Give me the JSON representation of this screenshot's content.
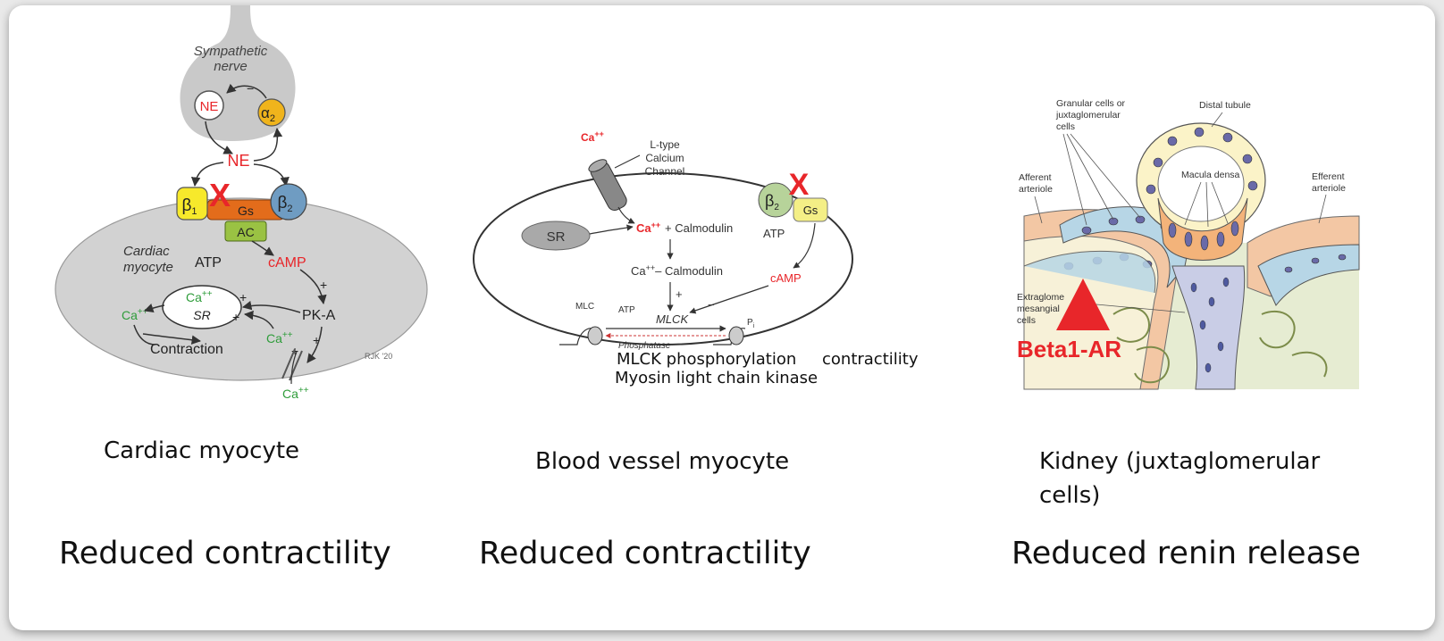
{
  "panels": {
    "cardiac": {
      "caption": "Cardiac myocyte",
      "outcome": "Reduced contractility",
      "labels": {
        "nerve_line1": "Sympathetic",
        "nerve_line2": "nerve",
        "ne_vesicle": "NE",
        "alpha": "α",
        "alpha_sub": "2",
        "minus": "−",
        "ne_released": "NE",
        "beta1": "β",
        "beta1_sub": "1",
        "beta2": "β",
        "beta2_sub": "2",
        "block_mark": "X",
        "gs": "Gs",
        "ac": "AC",
        "cell_line1": "Cardiac",
        "cell_line2": "myocyte",
        "atp": "ATP",
        "camp": "cAMP",
        "sr_ca": "Ca",
        "sr_ca_sup": "++",
        "sr": "SR",
        "left_ca": "Ca",
        "left_ca_sup": "++",
        "pka": "PK-A",
        "contraction": "Contraction",
        "channel_ca": "Ca",
        "channel_ca_sup": "++",
        "ext_ca": "Ca",
        "ext_ca_sup": "++",
        "plus": "+",
        "signature": "RJK '20"
      }
    },
    "vessel": {
      "caption": "Blood vessel myocyte",
      "outcome": "Reduced contractility",
      "labels": {
        "ext_ca": "Ca",
        "ext_ca_sup": "++",
        "channel_line1": "L-type",
        "channel_line2": "Calcium",
        "channel_line3": "Channel",
        "sr": "SR",
        "ca": "Ca",
        "ca_sup": "++",
        "calmodulin": "+ Calmodulin",
        "complex_ca": "Ca",
        "complex_sup": "++",
        "complex": "– Calmodulin",
        "plus": "+",
        "beta2": "β",
        "beta2_sub": "2",
        "block_mark": "X",
        "gs": "Gs",
        "atp": "ATP",
        "minus": "−",
        "camp": "cAMP",
        "mlc": "MLC",
        "atp2": "ATP",
        "mlck": "MLCK",
        "pi": "P",
        "pi_sub": "i",
        "phosphatase": "Phosphatase"
      },
      "annotations": {
        "mlck_phosphorylation": "MLCK phosphorylation",
        "contractility": "contractility",
        "mlck_name": "Myosin light chain kinase"
      }
    },
    "kidney": {
      "caption": "Kidney (juxtaglomerular cells)",
      "outcome": "Reduced renin release",
      "labels": {
        "granular_line1": "Granular cells or",
        "granular_line2": "juxtaglomerular",
        "granular_line3": "cells",
        "distal": "Distal tubule",
        "afferent_line1": "Afferent",
        "afferent_line2": "arteriole",
        "macula": "Macula densa",
        "efferent_line1": "Efferent",
        "efferent_line2": "arteriole",
        "mesangial_line1": "Extraglome",
        "mesangial_line2": "mesangial",
        "mesangial_line3": "cells"
      },
      "marker_label": "Beta1-AR"
    }
  },
  "colors": {
    "red": "#e8262a",
    "green": "#2e9c3a",
    "cell_gray": "#d2d2d2",
    "beta1_yellow": "#f7e92b",
    "beta2_blue": "#6f9cc2",
    "gs_orange": "#e36c1b",
    "ac_green": "#9ac243",
    "alpha_orange": "#f0b41c",
    "beta2_vessel": "#b7d39a",
    "gs_vessel": "#f4ef86"
  }
}
